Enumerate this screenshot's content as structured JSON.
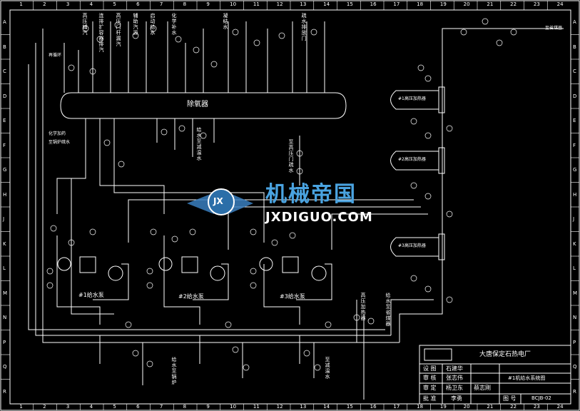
{
  "drawing": {
    "deaerator_label": "除氧器",
    "heater_labels": [
      "#1高压加热器",
      "#2高压加热器",
      "#3高压加热器"
    ],
    "pump_labels": [
      "#1给水泵",
      "#2给水泵",
      "#3给水泵"
    ],
    "top_line_labels": [
      "高压辅汽",
      "连排扩容器排汽",
      "高压门杆漏汽",
      "辅助汽源",
      "启动给水",
      "化学补水",
      "凝结水",
      "疏水排放门"
    ],
    "left_labels": [
      "再循环",
      "化学加药",
      "至锅炉疏水"
    ],
    "center_labels": [
      "至高压门疏水",
      "给水至减温水"
    ],
    "right_vertical_labels": [
      "高压加热器",
      "给水至省煤器"
    ],
    "bottom_labels": [
      "给水至锅炉",
      "至减温水"
    ],
    "economizer_label": "至省煤器",
    "col_numbers": [
      "1",
      "2",
      "3",
      "4",
      "5",
      "6",
      "7",
      "8",
      "9",
      "10",
      "11",
      "12",
      "13",
      "14",
      "15",
      "16",
      "17",
      "18",
      "19",
      "20",
      "21",
      "22",
      "23",
      "24"
    ],
    "row_letters": [
      "A",
      "B",
      "C",
      "D",
      "E",
      "F",
      "G",
      "H",
      "J",
      "K",
      "L",
      "M",
      "N",
      "P",
      "Q",
      "R"
    ]
  },
  "title_block": {
    "company": "大唐保定石热电厂",
    "drawing_title": "#1机给水系统图",
    "drawing_number": "BCJB-02",
    "roles": [
      "设 图",
      "审 核",
      "审 定",
      "批 准"
    ],
    "names": [
      "石建华",
      "张志伟",
      "杨卫东",
      "李勇"
    ],
    "names_extra": [
      "",
      "",
      "蔡志刚",
      ""
    ],
    "sheet_label": "图 号"
  },
  "watermark": {
    "brand": "机械帝国",
    "domain": "JXDIGUO.COM",
    "logo_letter": "JX"
  },
  "colors": {
    "background": "#000000",
    "line": "#ffffff",
    "watermark_brand": "#4aa3e0",
    "watermark_domain": "#ffffff"
  }
}
